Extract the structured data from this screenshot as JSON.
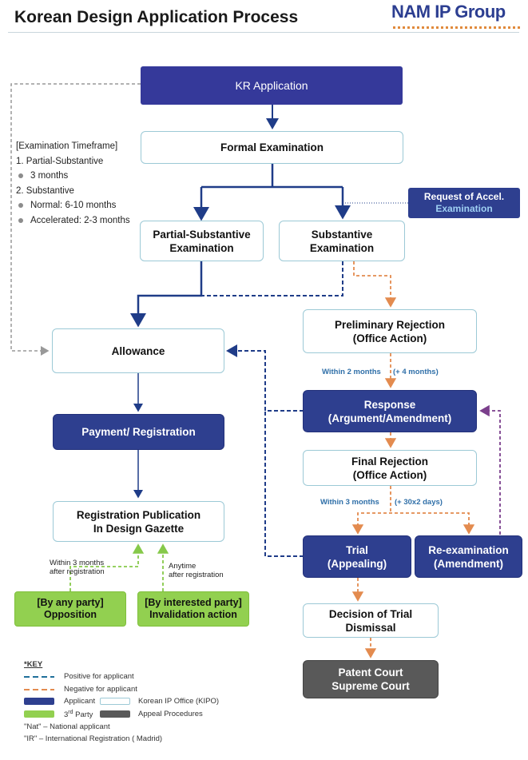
{
  "header": {
    "title": "Korean Design Application Process",
    "logo": "NAM IP Group"
  },
  "nodes": {
    "kr_application": "KR Application",
    "formal_exam": "Formal Examination",
    "accel_line1": "Request of Accel.",
    "accel_line2": "Examination",
    "partial_exam_l1": "Partial-Substantive",
    "partial_exam_l2": "Examination",
    "substantive_exam_l1": "Substantive",
    "substantive_exam_l2": "Examination",
    "allowance": "Allowance",
    "prelim_rejection_l1": "Preliminary Rejection",
    "prelim_rejection_l2": "(Office Action)",
    "response_l1": "Response",
    "response_l2": "(Argument/Amendment)",
    "payment": "Payment/ Registration",
    "final_rejection_l1": "Final Rejection",
    "final_rejection_l2": "(Office Action)",
    "publication_l1": "Registration Publication",
    "publication_l2": "In Design Gazette",
    "trial_l1": "Trial",
    "trial_l2": "(Appealing)",
    "reexam_l1": "Re-examination",
    "reexam_l2": "(Amendment)",
    "opposition_l1": "[By any party]",
    "opposition_l2": "Opposition",
    "invalidation_l1": "[By interested party]",
    "invalidation_l2": "Invalidation action",
    "decision_l1": "Decision of Trial",
    "decision_l2": "Dismissal",
    "court_l1": "Patent Court",
    "court_l2": "Supreme Court"
  },
  "timeframe": {
    "heading": "[Examination Timeframe]",
    "item1": "1. Partial-Substantive",
    "item1_value": "3 months",
    "item2": "2. Substantive",
    "item2_normal": "Normal: 6-10 months",
    "item2_accel": "Accelerated: 2-3 months"
  },
  "labels": {
    "within_2": "Within 2 months",
    "plus_4": "(+ 4 months)",
    "within_3": "Within 3 months",
    "plus_30": "(+ 30x2 days)",
    "opp_time_l1": "Within 3 months",
    "opp_time_l2": "after registration",
    "inv_time_l1": "Anytime",
    "inv_time_l2": "after registration"
  },
  "key": {
    "title": "*KEY",
    "positive": "Positive for applicant",
    "negative": "Negative for applicant",
    "applicant": "Applicant",
    "kipo": "Korean IP Office (KIPO)",
    "third_party_prefix": "3",
    "third_party_sup": "rd",
    "third_party_suffix": " Party",
    "appeal": "Appeal Procedures",
    "nat": "\"Nat\" – National applicant",
    "ir": "\"IR\" – International Registration ( Madrid)"
  },
  "colors": {
    "applicant": "#2e3f8f",
    "kipo_border": "#9cc9d6",
    "third_party": "#92d050",
    "appeal": "#595959",
    "positive_line": "#1f3c88",
    "negative_line": "#e38b4f",
    "reexam_line": "#7b3f8c",
    "third_line": "#86c94a"
  }
}
